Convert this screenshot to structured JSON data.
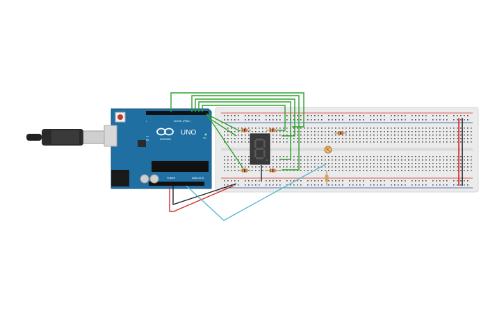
{
  "arduino": {
    "brand": "ARDUINO",
    "model": "UNO",
    "digital_label": "DIGITAL (PWM~)",
    "power_label": "POWER",
    "analog_label": "ANALOG IN",
    "tx_label": "TX",
    "rx_label": "RX",
    "l_label": "L",
    "on_label": "ON"
  },
  "display": {
    "digit": "8"
  },
  "colors": {
    "board": "#1f6fa3",
    "breadboard": "#ebebeb",
    "wire_green": "#2ca02c",
    "wire_red": "#d62728",
    "wire_black": "#222222",
    "wire_cyan": "#5bb8cc",
    "display_body": "#3a3a3a",
    "segment_off": "#5a5a5a"
  },
  "components": [
    {
      "name": "arduino-uno",
      "type": "microcontroller"
    },
    {
      "name": "seven-segment-display",
      "type": "display"
    },
    {
      "name": "photoresistor",
      "type": "sensor"
    },
    {
      "name": "breadboard",
      "type": "prototyping"
    },
    {
      "name": "usb-cable",
      "type": "cable"
    }
  ]
}
